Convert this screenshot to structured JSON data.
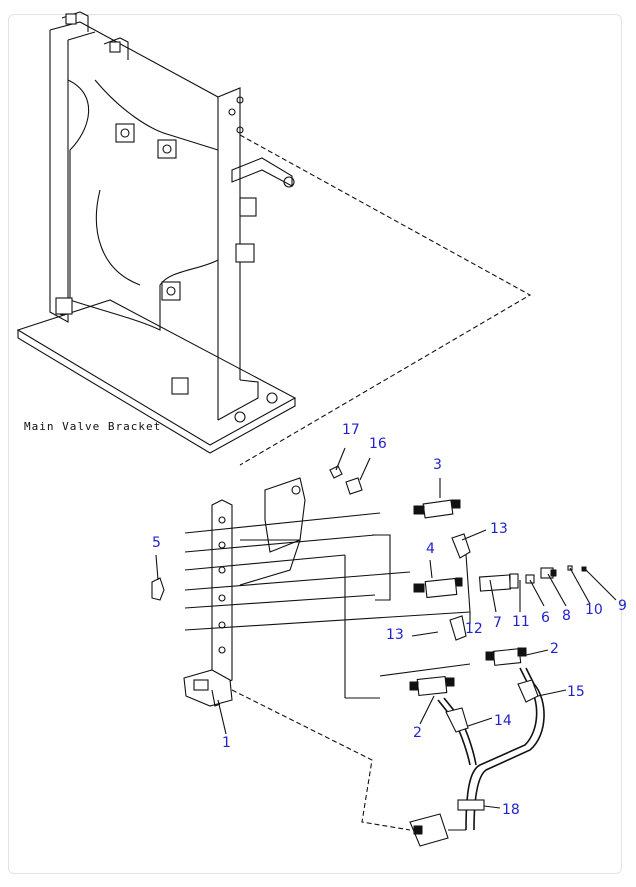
{
  "diagram": {
    "caption": "Main Valve Bracket",
    "callouts": [
      "17",
      "16",
      "3",
      "13",
      "5",
      "4",
      "7",
      "11",
      "6",
      "8",
      "10",
      "9",
      "13",
      "12",
      "2",
      "15",
      "2",
      "14",
      "1",
      "18"
    ],
    "colors": {
      "line": "#111111",
      "callout": "#2222cc",
      "background": "#ffffff"
    }
  }
}
